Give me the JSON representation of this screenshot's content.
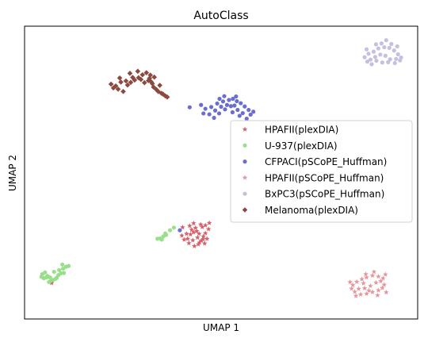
{
  "chart_data": {
    "type": "scatter",
    "title": "AutoClass",
    "xlabel": "UMAP 1",
    "ylabel": "UMAP 2",
    "xlim": [
      0,
      100
    ],
    "ylim": [
      0,
      100
    ],
    "grid": false,
    "ticks": false,
    "legend": "center-right",
    "series": [
      {
        "name": "HPAFII(plexDIA)",
        "color": "#d6616b",
        "marker": "star",
        "points": [
          [
            40,
            28.5
          ],
          [
            41.5,
            27.4
          ],
          [
            43,
            29.6
          ],
          [
            42.2,
            28.9
          ],
          [
            44,
            27.8
          ],
          [
            45.5,
            28.2
          ],
          [
            46,
            29.3
          ],
          [
            45,
            26.8
          ],
          [
            43.8,
            30
          ],
          [
            42.8,
            26.9
          ],
          [
            44.5,
            26.1
          ],
          [
            46.8,
            30.7
          ],
          [
            46,
            32
          ],
          [
            45.2,
            31.4
          ],
          [
            43.5,
            31.1
          ],
          [
            44.4,
            29.1
          ],
          [
            45.8,
            25.8
          ],
          [
            41.2,
            29.1
          ],
          [
            40.6,
            27.1
          ],
          [
            42,
            31.8
          ],
          [
            47,
            32.8
          ],
          [
            43.2,
            24.9
          ],
          [
            44.8,
            32.3
          ],
          [
            46.4,
            27.4
          ],
          [
            42.5,
            30.5
          ],
          [
            41.8,
            25.9
          ],
          [
            45.4,
            27.2
          ],
          [
            40.2,
            31.3
          ],
          [
            43,
            32.7
          ],
          [
            44.2,
            25.5
          ],
          [
            6.9,
            12.3
          ]
        ]
      },
      {
        "name": "U-937(plexDIA)",
        "color": "#98df8a",
        "marker": "hexagon",
        "points": [
          [
            4.5,
            15.3
          ],
          [
            5.2,
            15.9
          ],
          [
            5.8,
            14.7
          ],
          [
            6.5,
            14.2
          ],
          [
            7.2,
            13.3
          ],
          [
            7.9,
            13.7
          ],
          [
            8.6,
            15
          ],
          [
            9.3,
            15.6
          ],
          [
            8.8,
            16.7
          ],
          [
            9.8,
            17.2
          ],
          [
            10.5,
            17.8
          ],
          [
            11.2,
            18.1
          ],
          [
            10,
            15.7
          ],
          [
            4.9,
            13.9
          ],
          [
            5.6,
            14.2
          ],
          [
            6.8,
            13.1
          ],
          [
            8.2,
            14.1
          ],
          [
            7.5,
            16.1
          ],
          [
            9.6,
            18.6
          ],
          [
            4.3,
            14.4
          ],
          [
            6.2,
            12.6
          ],
          [
            34.5,
            27.5
          ],
          [
            35.3,
            28.2
          ],
          [
            36,
            28.7
          ],
          [
            37,
            30.3
          ],
          [
            34.9,
            27.1
          ],
          [
            35.8,
            29.2
          ],
          [
            38,
            31.2
          ],
          [
            33.8,
            27.4
          ]
        ]
      },
      {
        "name": "CFPACI(pSCoPE_Huffman)",
        "color": "#6b6ecf",
        "marker": "circle",
        "points": [
          [
            46,
            71.8
          ],
          [
            47.5,
            72.4
          ],
          [
            49,
            73.6
          ],
          [
            50.5,
            74.3
          ],
          [
            52,
            74.8
          ],
          [
            53,
            75.2
          ],
          [
            54,
            74.4
          ],
          [
            55,
            73.7
          ],
          [
            56,
            72.6
          ],
          [
            57,
            71.4
          ],
          [
            55.5,
            70.3
          ],
          [
            54.2,
            71.4
          ],
          [
            53.4,
            72.9
          ],
          [
            51.5,
            73.1
          ],
          [
            50,
            72.5
          ],
          [
            48.5,
            71.2
          ],
          [
            49.5,
            70.2
          ],
          [
            51,
            71.6
          ],
          [
            52.5,
            72.7
          ],
          [
            54.7,
            69.4
          ],
          [
            56.5,
            68.4
          ],
          [
            57.5,
            69.8
          ],
          [
            58.2,
            70.8
          ],
          [
            47,
            69.9
          ],
          [
            48.2,
            68.7
          ],
          [
            45.5,
            70.2
          ],
          [
            53.8,
            76
          ],
          [
            50.8,
            76.1
          ],
          [
            49.6,
            75.2
          ],
          [
            52.9,
            70.6
          ],
          [
            44.9,
            73.1
          ],
          [
            42,
            72.3
          ],
          [
            39.5,
            30.3
          ]
        ]
      },
      {
        "name": "HPAFII(pSCoPE_Huffman)",
        "color": "#e7969c",
        "marker": "star",
        "points": [
          [
            84,
            9.3
          ],
          [
            85.5,
            8.4
          ],
          [
            87,
            8.6
          ],
          [
            88.5,
            9.2
          ],
          [
            90,
            9.8
          ],
          [
            91,
            10.6
          ],
          [
            91.5,
            11.7
          ],
          [
            90.6,
            12.9
          ],
          [
            91.2,
            13.9
          ],
          [
            90,
            14.5
          ],
          [
            88.5,
            14.8
          ],
          [
            87,
            14.2
          ],
          [
            85.8,
            13.6
          ],
          [
            84.5,
            12.7
          ],
          [
            83.5,
            11.6
          ],
          [
            83.2,
            10.4
          ],
          [
            85,
            10.3
          ],
          [
            86.5,
            10.5
          ],
          [
            88,
            11.3
          ],
          [
            89.4,
            12.4
          ],
          [
            86.2,
            12.2
          ],
          [
            87.6,
            9.7
          ],
          [
            89.8,
            8.1
          ],
          [
            92,
            9.1
          ],
          [
            84.3,
            7.9
          ],
          [
            86.8,
            15.3
          ],
          [
            88.9,
            16.1
          ],
          [
            82.8,
            12.6
          ],
          [
            91.8,
            15.2
          ]
        ]
      },
      {
        "name": "BxPC3(pSCoPE_Huffman)",
        "color": "#c5c0df",
        "marker": "circle",
        "points": [
          [
            86.5,
            89.4
          ],
          [
            87.5,
            90.6
          ],
          [
            88.8,
            91.3
          ],
          [
            90,
            92.4
          ],
          [
            91.5,
            92.8
          ],
          [
            92.8,
            92.6
          ],
          [
            94,
            91.7
          ],
          [
            95,
            90.4
          ],
          [
            95.8,
            89.3
          ],
          [
            94.5,
            88.8
          ],
          [
            93,
            88.7
          ],
          [
            91.8,
            89.9
          ],
          [
            90.5,
            90.3
          ],
          [
            89.2,
            89.5
          ],
          [
            88,
            88.6
          ],
          [
            87.2,
            87.9
          ],
          [
            89.5,
            88.2
          ],
          [
            91,
            87.6
          ],
          [
            92.5,
            87.7
          ],
          [
            94.2,
            87.4
          ],
          [
            95.5,
            88.3
          ],
          [
            90.8,
            94.1
          ],
          [
            92,
            95.2
          ],
          [
            93.3,
            93.9
          ],
          [
            89.4,
            93.8
          ],
          [
            87,
            92.1
          ],
          [
            94.8,
            93.1
          ],
          [
            88.3,
            87
          ]
        ]
      },
      {
        "name": "Melanoma(plexDIA)",
        "color": "#8c4a3f",
        "marker": "diamond",
        "points": [
          [
            22,
            80.2
          ],
          [
            23.2,
            79.6
          ],
          [
            24.5,
            80.9
          ],
          [
            25.8,
            81.3
          ],
          [
            27,
            80.8
          ],
          [
            28,
            81.6
          ],
          [
            29,
            82.4
          ],
          [
            30,
            83.4
          ],
          [
            31,
            84.1
          ],
          [
            32,
            83.3
          ],
          [
            33,
            82.6
          ],
          [
            29.6,
            81.8
          ],
          [
            27.5,
            82.5
          ],
          [
            26.2,
            79.9
          ],
          [
            23.8,
            78.5
          ],
          [
            25.1,
            77.7
          ],
          [
            22.6,
            78.9
          ],
          [
            28.8,
            84.6
          ],
          [
            31.5,
            81.4
          ],
          [
            30.5,
            80.7
          ],
          [
            24.2,
            82.3
          ],
          [
            31.8,
            82.2
          ],
          [
            26.8,
            83.9
          ],
          [
            32.5,
            80.4
          ],
          [
            32.2,
            81
          ],
          [
            32.8,
            79.2
          ],
          [
            33.5,
            78.4
          ],
          [
            34,
            77.7
          ],
          [
            35.2,
            76.8
          ],
          [
            35.8,
            76.2
          ],
          [
            34.4,
            79.8
          ],
          [
            36.3,
            75.8
          ],
          [
            34.8,
            77.1
          ]
        ]
      }
    ]
  }
}
